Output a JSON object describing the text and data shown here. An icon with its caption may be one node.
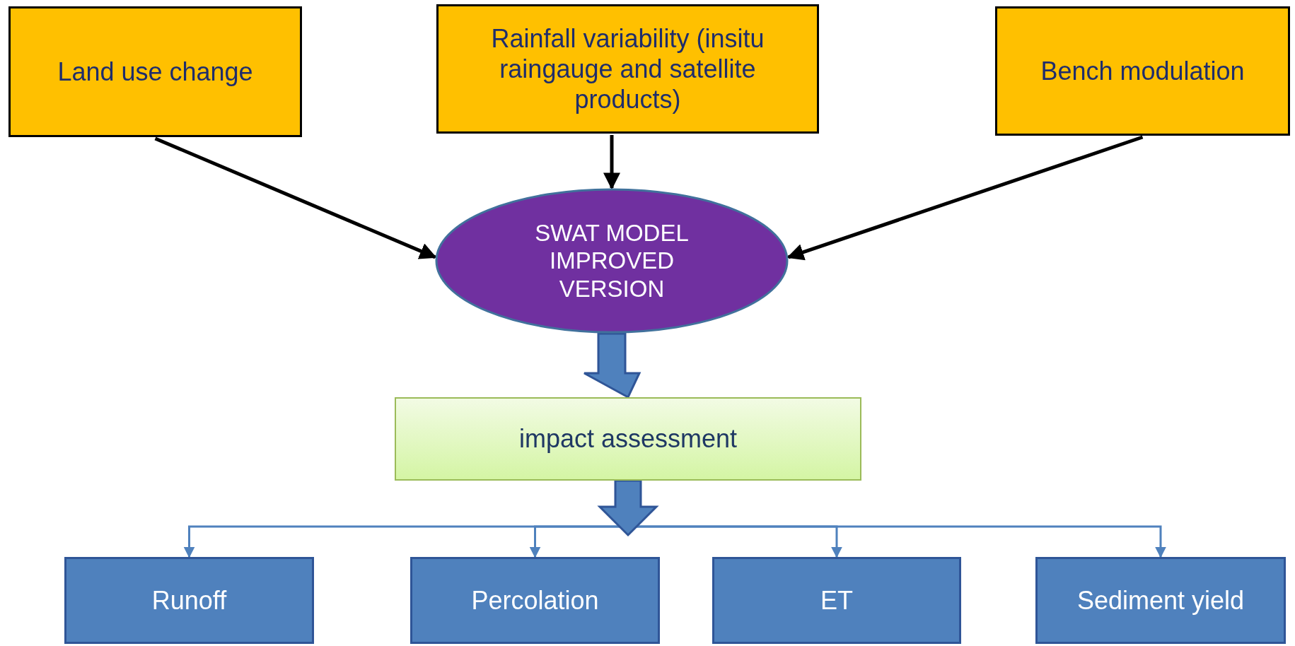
{
  "diagram": {
    "nodes": [
      {
        "text": [
          "Land use change"
        ]
      },
      {
        "text": [
          "Rainfall variability (insitu raingauge and satellite products)"
        ]
      },
      {
        "text": [
          "Bench modulation"
        ]
      },
      {
        "text": [
          "SWAT MODEL IMPROVED VERSION"
        ]
      },
      {
        "text": [
          "impact assessment"
        ]
      },
      {
        "text": [
          "Runoff"
        ]
      },
      {
        "text": [
          "Percolation"
        ]
      },
      {
        "text": [
          "ET"
        ]
      },
      {
        "text": [
          "Sediment yield"
        ]
      }
    ],
    "edges": [
      {
        "from": 0,
        "to": 3,
        "arrow": "to",
        "color": "#000000"
      },
      {
        "from": 1,
        "to": 3,
        "arrow": "to",
        "color": "#000000"
      },
      {
        "from": 2,
        "to": 3,
        "arrow": "to",
        "color": "#000000"
      },
      {
        "from": 3,
        "to": 4,
        "arrow": "to",
        "style": "thick"
      },
      {
        "from": 4,
        "to": 5,
        "arrow": "to"
      },
      {
        "from": 4,
        "to": 6,
        "arrow": "to"
      },
      {
        "from": 4,
        "to": 7,
        "arrow": "to"
      },
      {
        "from": 4,
        "to": 8,
        "arrow": "to"
      }
    ]
  }
}
